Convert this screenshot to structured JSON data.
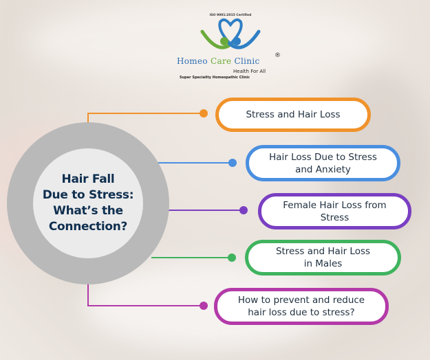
{
  "logo": {
    "certification": "ISO 9001:2015 Certified",
    "brand_word1": "Homeo",
    "brand_word2": "Care",
    "brand_word3": "Clinic",
    "registered_mark": "®",
    "tagline": "Health For All",
    "subtitle": "Super Speciality Homeopathic Clinic"
  },
  "center": {
    "title": "Hair Fall\nDue to Stress:\nWhat’s the\nConnection?"
  },
  "colors": {
    "orange": "#f0922a",
    "blue": "#4a8fe0",
    "purple": "#7a3fc2",
    "green": "#3fb35e",
    "magenta": "#b33aa8",
    "ring": "#b9b9b9",
    "core": "#ebebec",
    "title_text": "#0f2f4f"
  },
  "topics": [
    {
      "label": "Stress and Hair Loss",
      "color": "orange"
    },
    {
      "label": "Hair Loss Due to Stress\nand Anxiety",
      "color": "blue"
    },
    {
      "label": "Female Hair Loss from\nStress",
      "color": "purple"
    },
    {
      "label": "Stress and Hair Loss\nin Males",
      "color": "green"
    },
    {
      "label": "How to prevent and reduce\nhair loss due to stress?",
      "color": "magenta"
    }
  ]
}
